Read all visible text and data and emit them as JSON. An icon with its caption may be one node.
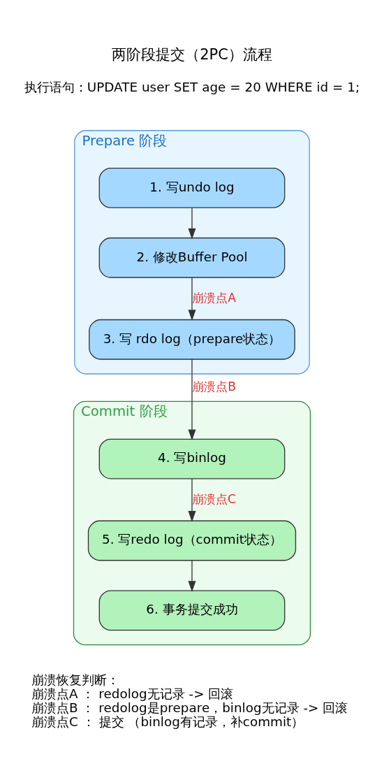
{
  "diagram": {
    "title": "两阶段提交（2PC）流程",
    "nodes": [
      {
        "text": [
          "Prepare 阶段"
        ]
      },
      {
        "text": [
          "1. 写undo log"
        ],
        "in": 0
      },
      {
        "text": [
          "2. 修改Buffer Pool"
        ],
        "in": 0
      },
      {
        "text": [
          "3. 写 rdo log（prepare状态）"
        ],
        "in": 0
      },
      {
        "text": [
          "Commit 阶段"
        ]
      },
      {
        "text": [
          "4. 写binlog"
        ],
        "in": 4
      },
      {
        "text": [
          "5. 写redo log（commit状态）"
        ],
        "in": 4
      },
      {
        "text": [
          "6. 事务提交成功"
        ],
        "in": 4
      }
    ],
    "edges": [
      {
        "from": 1,
        "to": 2,
        "arrow": "to"
      },
      {
        "from": 2,
        "to": 3,
        "arrow": "to",
        "label": "崩溃点A"
      },
      {
        "from": 3,
        "to": 5,
        "arrow": "to",
        "label": "崩溃点B"
      },
      {
        "from": 5,
        "to": 6,
        "arrow": "to",
        "label": "崩溃点C"
      },
      {
        "from": 6,
        "to": 7,
        "arrow": "to"
      }
    ],
    "labels": [
      "执行语句：UPDATE user SET age = 20 WHERE id = 1;",
      "崩溃恢复判断：",
      "崩溃点A ： redolog无记录 -> 回滚",
      "崩溃点B ： redolog是prepare，binlog无记录 -> 回滚",
      "崩溃点C ： 提交 （binlog有记录，补commit）"
    ]
  }
}
